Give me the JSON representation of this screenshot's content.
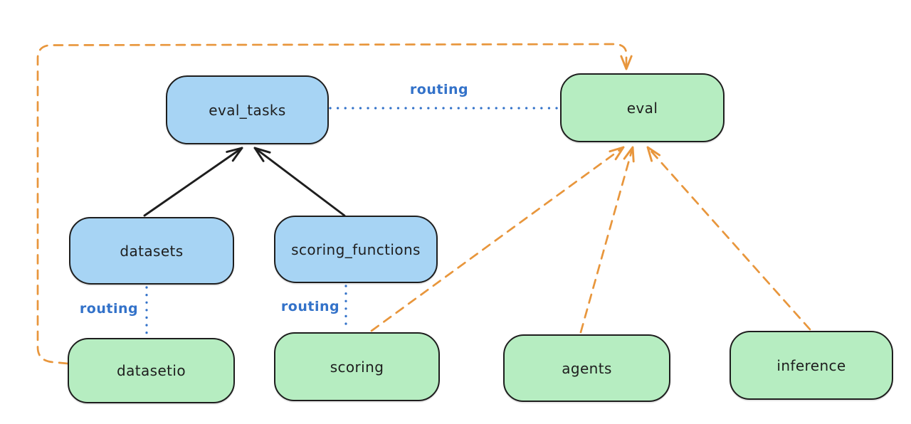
{
  "diagram": {
    "background": "#ffffff",
    "colors": {
      "node_stroke": "#1e1e1e",
      "blue_node_fill": "#a7d4f4",
      "green_node_fill": "#b6edc1",
      "routing_blue": "#3372c9",
      "arrow_black": "#1e1e1e",
      "arrow_orange": "#e8963c"
    },
    "nodes": [
      {
        "id": "eval_tasks",
        "label": "eval_tasks",
        "fill": "blue"
      },
      {
        "id": "eval",
        "label": "eval",
        "fill": "green"
      },
      {
        "id": "datasets",
        "label": "datasets",
        "fill": "blue"
      },
      {
        "id": "scoring_functions",
        "label": "scoring_functions",
        "fill": "blue"
      },
      {
        "id": "datasetio",
        "label": "datasetio",
        "fill": "green"
      },
      {
        "id": "scoring",
        "label": "scoring",
        "fill": "green"
      },
      {
        "id": "agents",
        "label": "agents",
        "fill": "green"
      },
      {
        "id": "inference",
        "label": "inference",
        "fill": "green"
      }
    ],
    "edges": [
      {
        "from": "eval_tasks",
        "to": "eval",
        "label": "routing",
        "style": "dotted",
        "color": "blue"
      },
      {
        "from": "datasets",
        "to": "datasetio",
        "label": "routing",
        "style": "dotted",
        "color": "blue"
      },
      {
        "from": "scoring_functions",
        "to": "scoring",
        "label": "routing",
        "style": "dotted",
        "color": "blue"
      },
      {
        "from": "datasets",
        "to": "eval_tasks",
        "label": "",
        "style": "solid-arrow",
        "color": "black"
      },
      {
        "from": "scoring_functions",
        "to": "eval_tasks",
        "label": "",
        "style": "solid-arrow",
        "color": "black"
      },
      {
        "from": "scoring",
        "to": "eval",
        "label": "",
        "style": "dashed-arrow",
        "color": "orange"
      },
      {
        "from": "agents",
        "to": "eval",
        "label": "",
        "style": "dashed-arrow",
        "color": "orange"
      },
      {
        "from": "inference",
        "to": "eval",
        "label": "",
        "style": "dashed-arrow",
        "color": "orange"
      },
      {
        "from": "datasetio",
        "to": "eval",
        "label": "",
        "style": "dashed-arrow",
        "color": "orange",
        "route": "around-left-and-top"
      }
    ]
  }
}
